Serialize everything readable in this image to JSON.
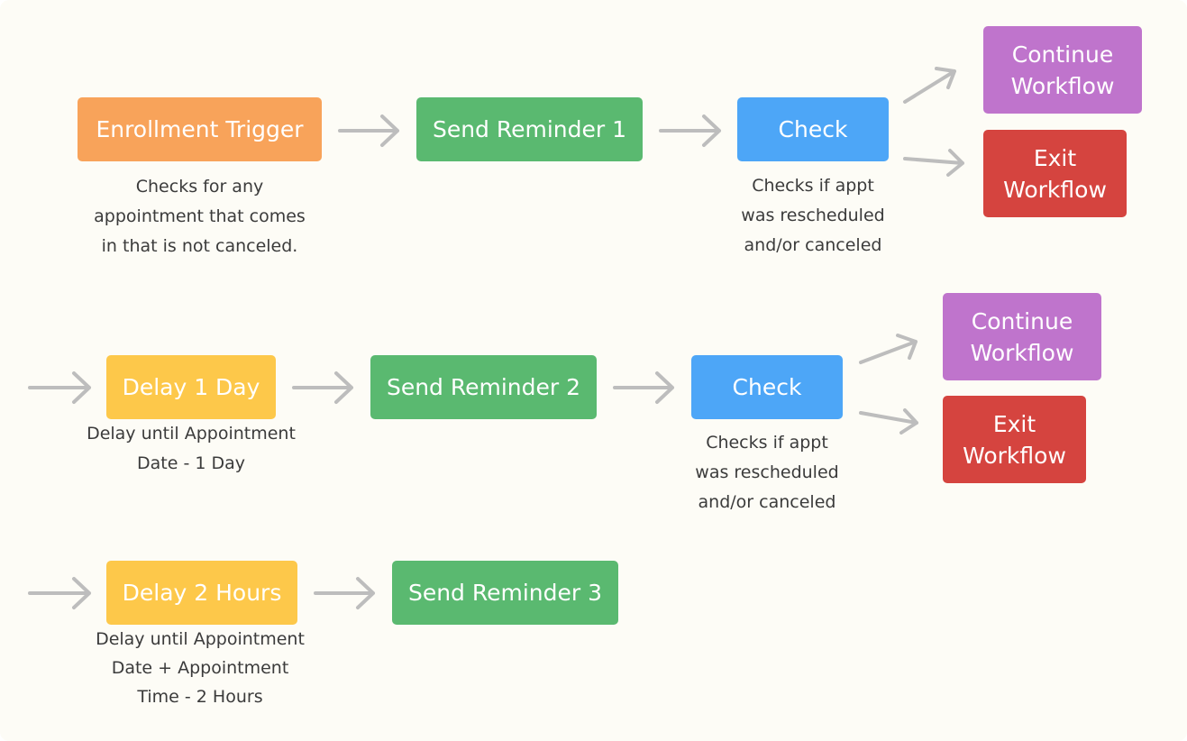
{
  "colors": {
    "background": "#fdfcf6",
    "trigger": "#f8a35a",
    "reminder": "#5ab970",
    "check": "#4da6f7",
    "delay": "#fdc84a",
    "continue": "#bf74cc",
    "exit": "#d5443f",
    "arrow": "#bdbdbd",
    "text": "#3b3b3b"
  },
  "row1": {
    "trigger": {
      "label": "Enrollment Trigger",
      "desc": "Checks for any\nappointment that comes\nin that is not canceled."
    },
    "reminder": {
      "label": "Send Reminder 1"
    },
    "check": {
      "label": "Check",
      "desc": "Checks if appt\nwas rescheduled\nand/or canceled"
    },
    "continue": {
      "label": "Continue Workflow"
    },
    "exit": {
      "label": "Exit Workflow"
    }
  },
  "row2": {
    "delay": {
      "label": "Delay 1 Day",
      "desc": "Delay until Appointment\nDate - 1 Day"
    },
    "reminder": {
      "label": "Send Reminder 2"
    },
    "check": {
      "label": "Check",
      "desc": "Checks if appt\nwas rescheduled\nand/or canceled"
    },
    "continue": {
      "label": "Continue Workflow"
    },
    "exit": {
      "label": "Exit Workflow"
    }
  },
  "row3": {
    "delay": {
      "label": "Delay 2 Hours",
      "desc": "Delay until Appointment\nDate + Appointment\nTime - 2 Hours"
    },
    "reminder": {
      "label": "Send Reminder 3"
    }
  }
}
